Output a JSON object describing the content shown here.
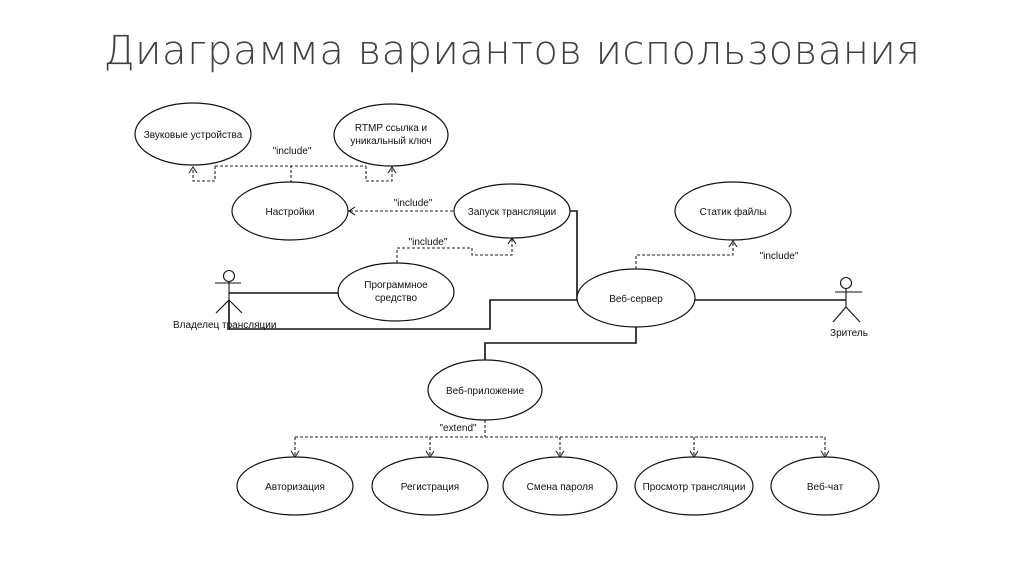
{
  "title": "Диаграмма вариантов использования",
  "use_cases": {
    "sound_devices": "Звуковые устройства",
    "rtmp_line1": "RTMP ссылка и",
    "rtmp_line2": "уникальный ключ",
    "settings": "Настройки",
    "start_stream": "Запуск трансляции",
    "software_line1": "Программное",
    "software_line2": "средство",
    "static_files": "Статик файлы",
    "web_server": "Веб-сервер",
    "web_app": "Веб-приложение",
    "authorization": "Авторизация",
    "registration": "Регистрация",
    "change_password": "Смена пароля",
    "view_stream": "Просмотр трансляции",
    "web_chat": "Веб-чат"
  },
  "actors": {
    "owner": "Владелец трансляции",
    "viewer": "Зритель"
  },
  "relations": {
    "include_top": "\"include\"",
    "include_settings": "\"include\"",
    "include_software": "\"include\"",
    "include_static": "\"include\"",
    "extend": "\"extend\""
  }
}
